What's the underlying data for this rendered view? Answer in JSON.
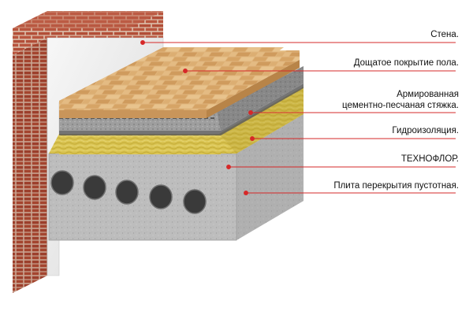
{
  "diagram": {
    "layers": [
      {
        "id": "wall",
        "label": "Стена."
      },
      {
        "id": "wood-floor",
        "label": "Дощатое покрытие пола."
      },
      {
        "id": "screed",
        "label_line1": "Армированная",
        "label_line2": "цементно-песчаная стяжка."
      },
      {
        "id": "waterproofing",
        "label": "Гидроизоляция."
      },
      {
        "id": "insulation",
        "label": "ТЕХНОФЛОР."
      },
      {
        "id": "slab",
        "label": "Плита перекрытия пустотная."
      }
    ]
  },
  "colors": {
    "leader_line": "#d62828",
    "brick": "#b5503a",
    "mortar": "#dfc3b0",
    "plaster": "#eeeeee",
    "wood": "#d9aa6c",
    "insulation": "#d8c24a",
    "concrete": "#b9b9b9"
  }
}
